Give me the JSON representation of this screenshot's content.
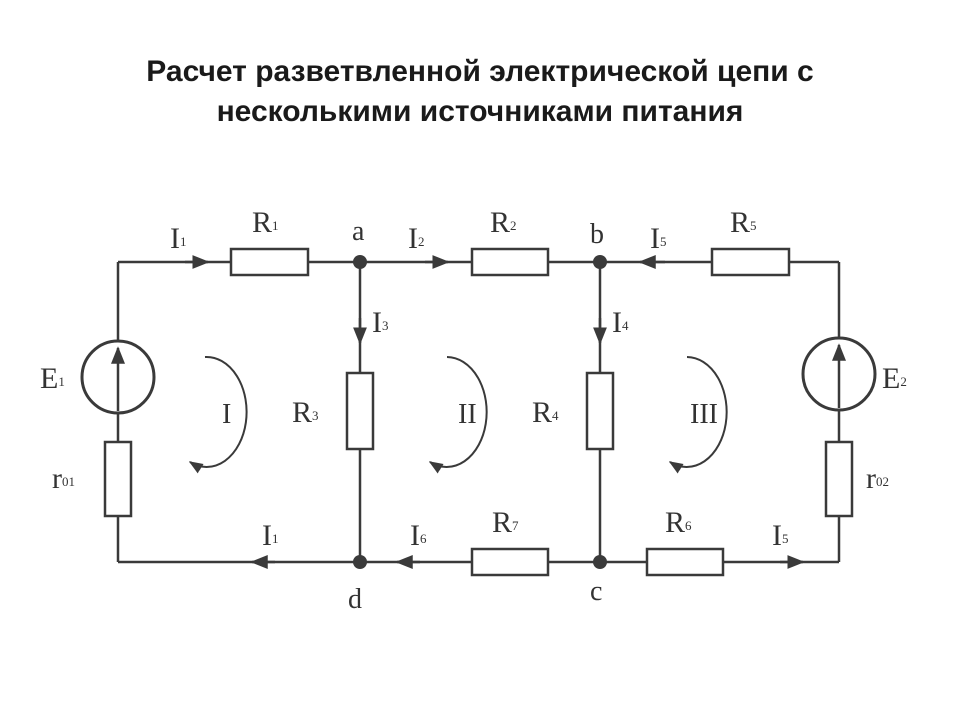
{
  "slide": {
    "title_line1": "Расчет разветвленной электрической цепи с",
    "title_line2": "несколькими источниками питания"
  },
  "circuit": {
    "nodes": {
      "a": "a",
      "b": "b",
      "c": "c",
      "d": "d"
    },
    "currents": {
      "I1_top": {
        "base": "I",
        "sub": "1"
      },
      "I1_bottom": {
        "base": "I",
        "sub": "1"
      },
      "I2": {
        "base": "I",
        "sub": "2"
      },
      "I3": {
        "base": "I",
        "sub": "3"
      },
      "I4": {
        "base": "I",
        "sub": "4"
      },
      "I5_top": {
        "base": "I",
        "sub": "5"
      },
      "I5_bottom": {
        "base": "I",
        "sub": "5"
      },
      "I6": {
        "base": "I",
        "sub": "6"
      }
    },
    "resistors": {
      "R1": {
        "base": "R",
        "sub": "1"
      },
      "R2": {
        "base": "R",
        "sub": "2"
      },
      "R3": {
        "base": "R",
        "sub": "3"
      },
      "R4": {
        "base": "R",
        "sub": "4"
      },
      "R5": {
        "base": "R",
        "sub": "5"
      },
      "R6": {
        "base": "R",
        "sub": "6"
      },
      "R7": {
        "base": "R",
        "sub": "7"
      },
      "r01": {
        "base": "r",
        "sub": "01"
      },
      "r02": {
        "base": "r",
        "sub": "02"
      }
    },
    "sources": {
      "E1": {
        "base": "E",
        "sub": "1"
      },
      "E2": {
        "base": "E",
        "sub": "2"
      }
    },
    "loops": {
      "loop1": "I",
      "loop2": "II",
      "loop3": "III"
    },
    "colors": {
      "wire": "#3a3a3a",
      "text": "#333333"
    }
  }
}
